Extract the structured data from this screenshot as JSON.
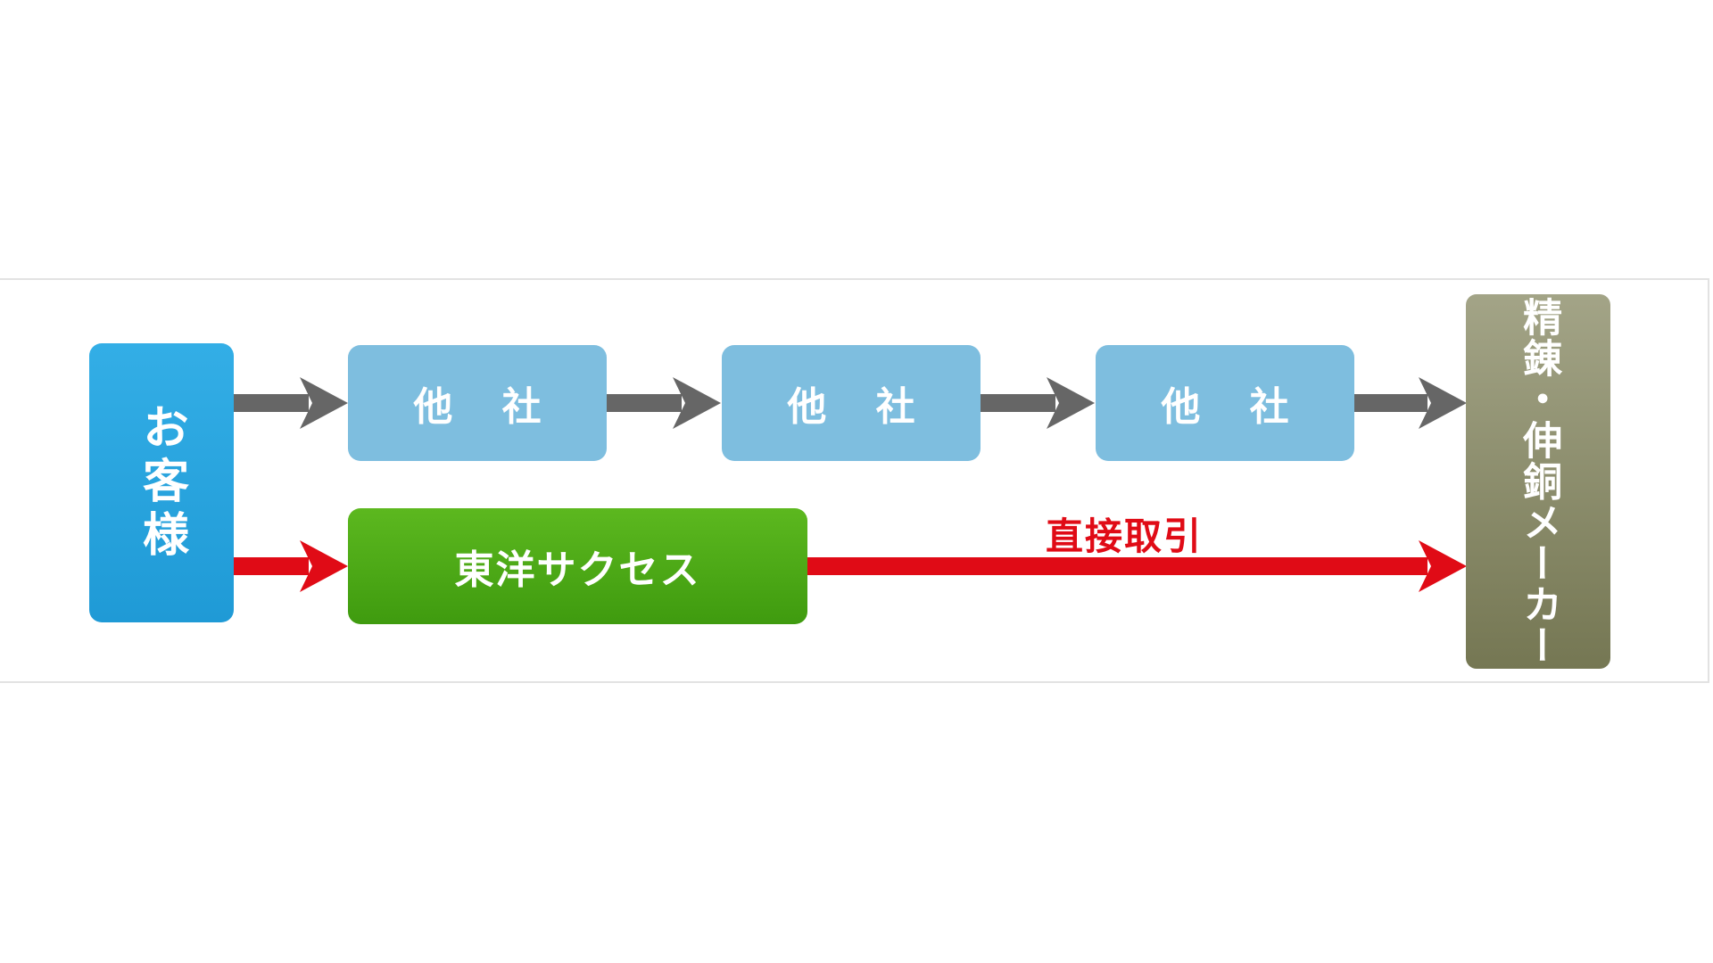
{
  "diagram": {
    "nodes": {
      "customer": "お客様",
      "other_company_1": "他 社",
      "other_company_2": "他 社",
      "other_company_3": "他 社",
      "toyo_success": "東洋サクセス",
      "maker": "精錬・伸銅メーカー"
    },
    "edge_labels": {
      "direct_trade": "直接取引"
    },
    "colors": {
      "customer": "#24a3dc",
      "other_company": "#7ebedf",
      "toyo_success": "#4aa815",
      "maker": "#8a8b69",
      "gray_arrow": "#666666",
      "red_arrow": "#e00b16"
    }
  }
}
